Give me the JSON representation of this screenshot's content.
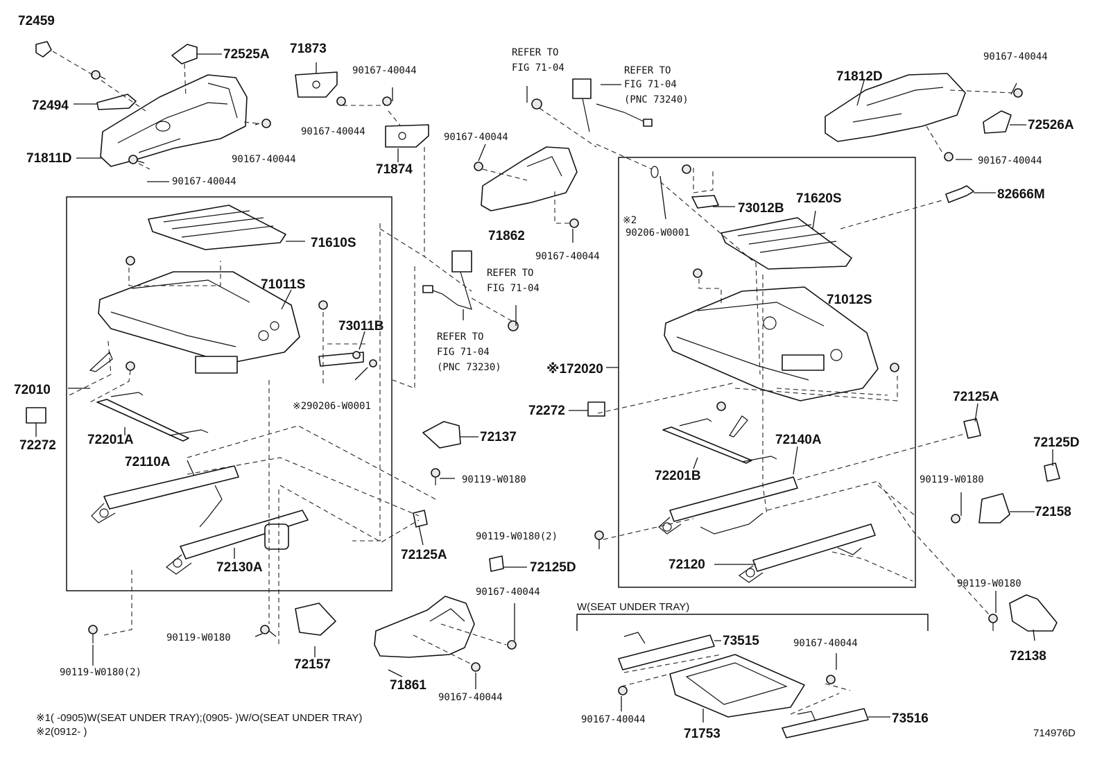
{
  "labels": {
    "p72459": "72459",
    "p72525A": "72525A",
    "p72494": "72494",
    "p71811D": "71811D",
    "b_tl1": "90167-40044",
    "b_tl2": "90167-40044",
    "p71873": "71873",
    "b_71873": "90167-40044",
    "b_71874top": "90167-40044",
    "p71874": "71874",
    "refer_a1": "REFER TO",
    "refer_a2": "FIG 71-04",
    "refer_b1": "REFER TO",
    "refer_b2": "FIG 71-04",
    "refer_b3": "(PNC 73240)",
    "b_71862a": "90167-40044",
    "p71862": "71862",
    "b_71862b": "90167-40044",
    "p71812D": "71812D",
    "b_tr1": "90167-40044",
    "p72526A": "72526A",
    "b_tr2": "90167-40044",
    "p82666M": "82666M",
    "p71610S": "71610S",
    "p71011S": "71011S",
    "p73011B": "73011B",
    "p290206": "※290206-W0001",
    "refer_c1": "REFER TO",
    "refer_c2": "FIG 71-04",
    "refer_d1": "REFER TO",
    "refer_d2": "FIG 71-04",
    "refer_d3": "(PNC 73230)",
    "p72010": "72010",
    "p72272L": "72272",
    "p72201A": "72201A",
    "p72110A": "72110A",
    "p72130A": "72130A",
    "p72137": "72137",
    "b_72137": "90119-W0180",
    "p72125A_mid": "72125A",
    "p72125D_mid": "72125D",
    "p73012B": "73012B",
    "p71620S": "71620S",
    "p90206": "90206-W0001",
    "mark2": "※2",
    "p71012S": "71012S",
    "p172020": "※172020",
    "p72272R": "72272",
    "p72201B": "72201B",
    "p72140A": "72140A",
    "b_72120": "90119-W0180(2)",
    "p72120": "72120",
    "p72125A_r": "72125A",
    "p72125D_r": "72125D",
    "b_72158": "90119-W0180",
    "p72158": "72158",
    "b_72138": "90119-W0180",
    "p72138": "72138",
    "b_bl": "90119-W0180(2)",
    "b_72157": "90119-W0180",
    "p72157": "72157",
    "b_71861a": "90167-40044",
    "b_71861b": "90167-40044",
    "p71861": "71861",
    "tray_title": "W(SEAT UNDER TRAY)",
    "p73515": "73515",
    "b_71753a": "90167-40044",
    "b_71753b": "90167-40044",
    "p71753": "71753",
    "p73516": "73516",
    "note1": "※1(     -0905)W(SEAT UNDER TRAY);(0905-      )W/O(SEAT UNDER TRAY)",
    "note2": "※2(0912-       )",
    "fig_id": "714976D"
  }
}
